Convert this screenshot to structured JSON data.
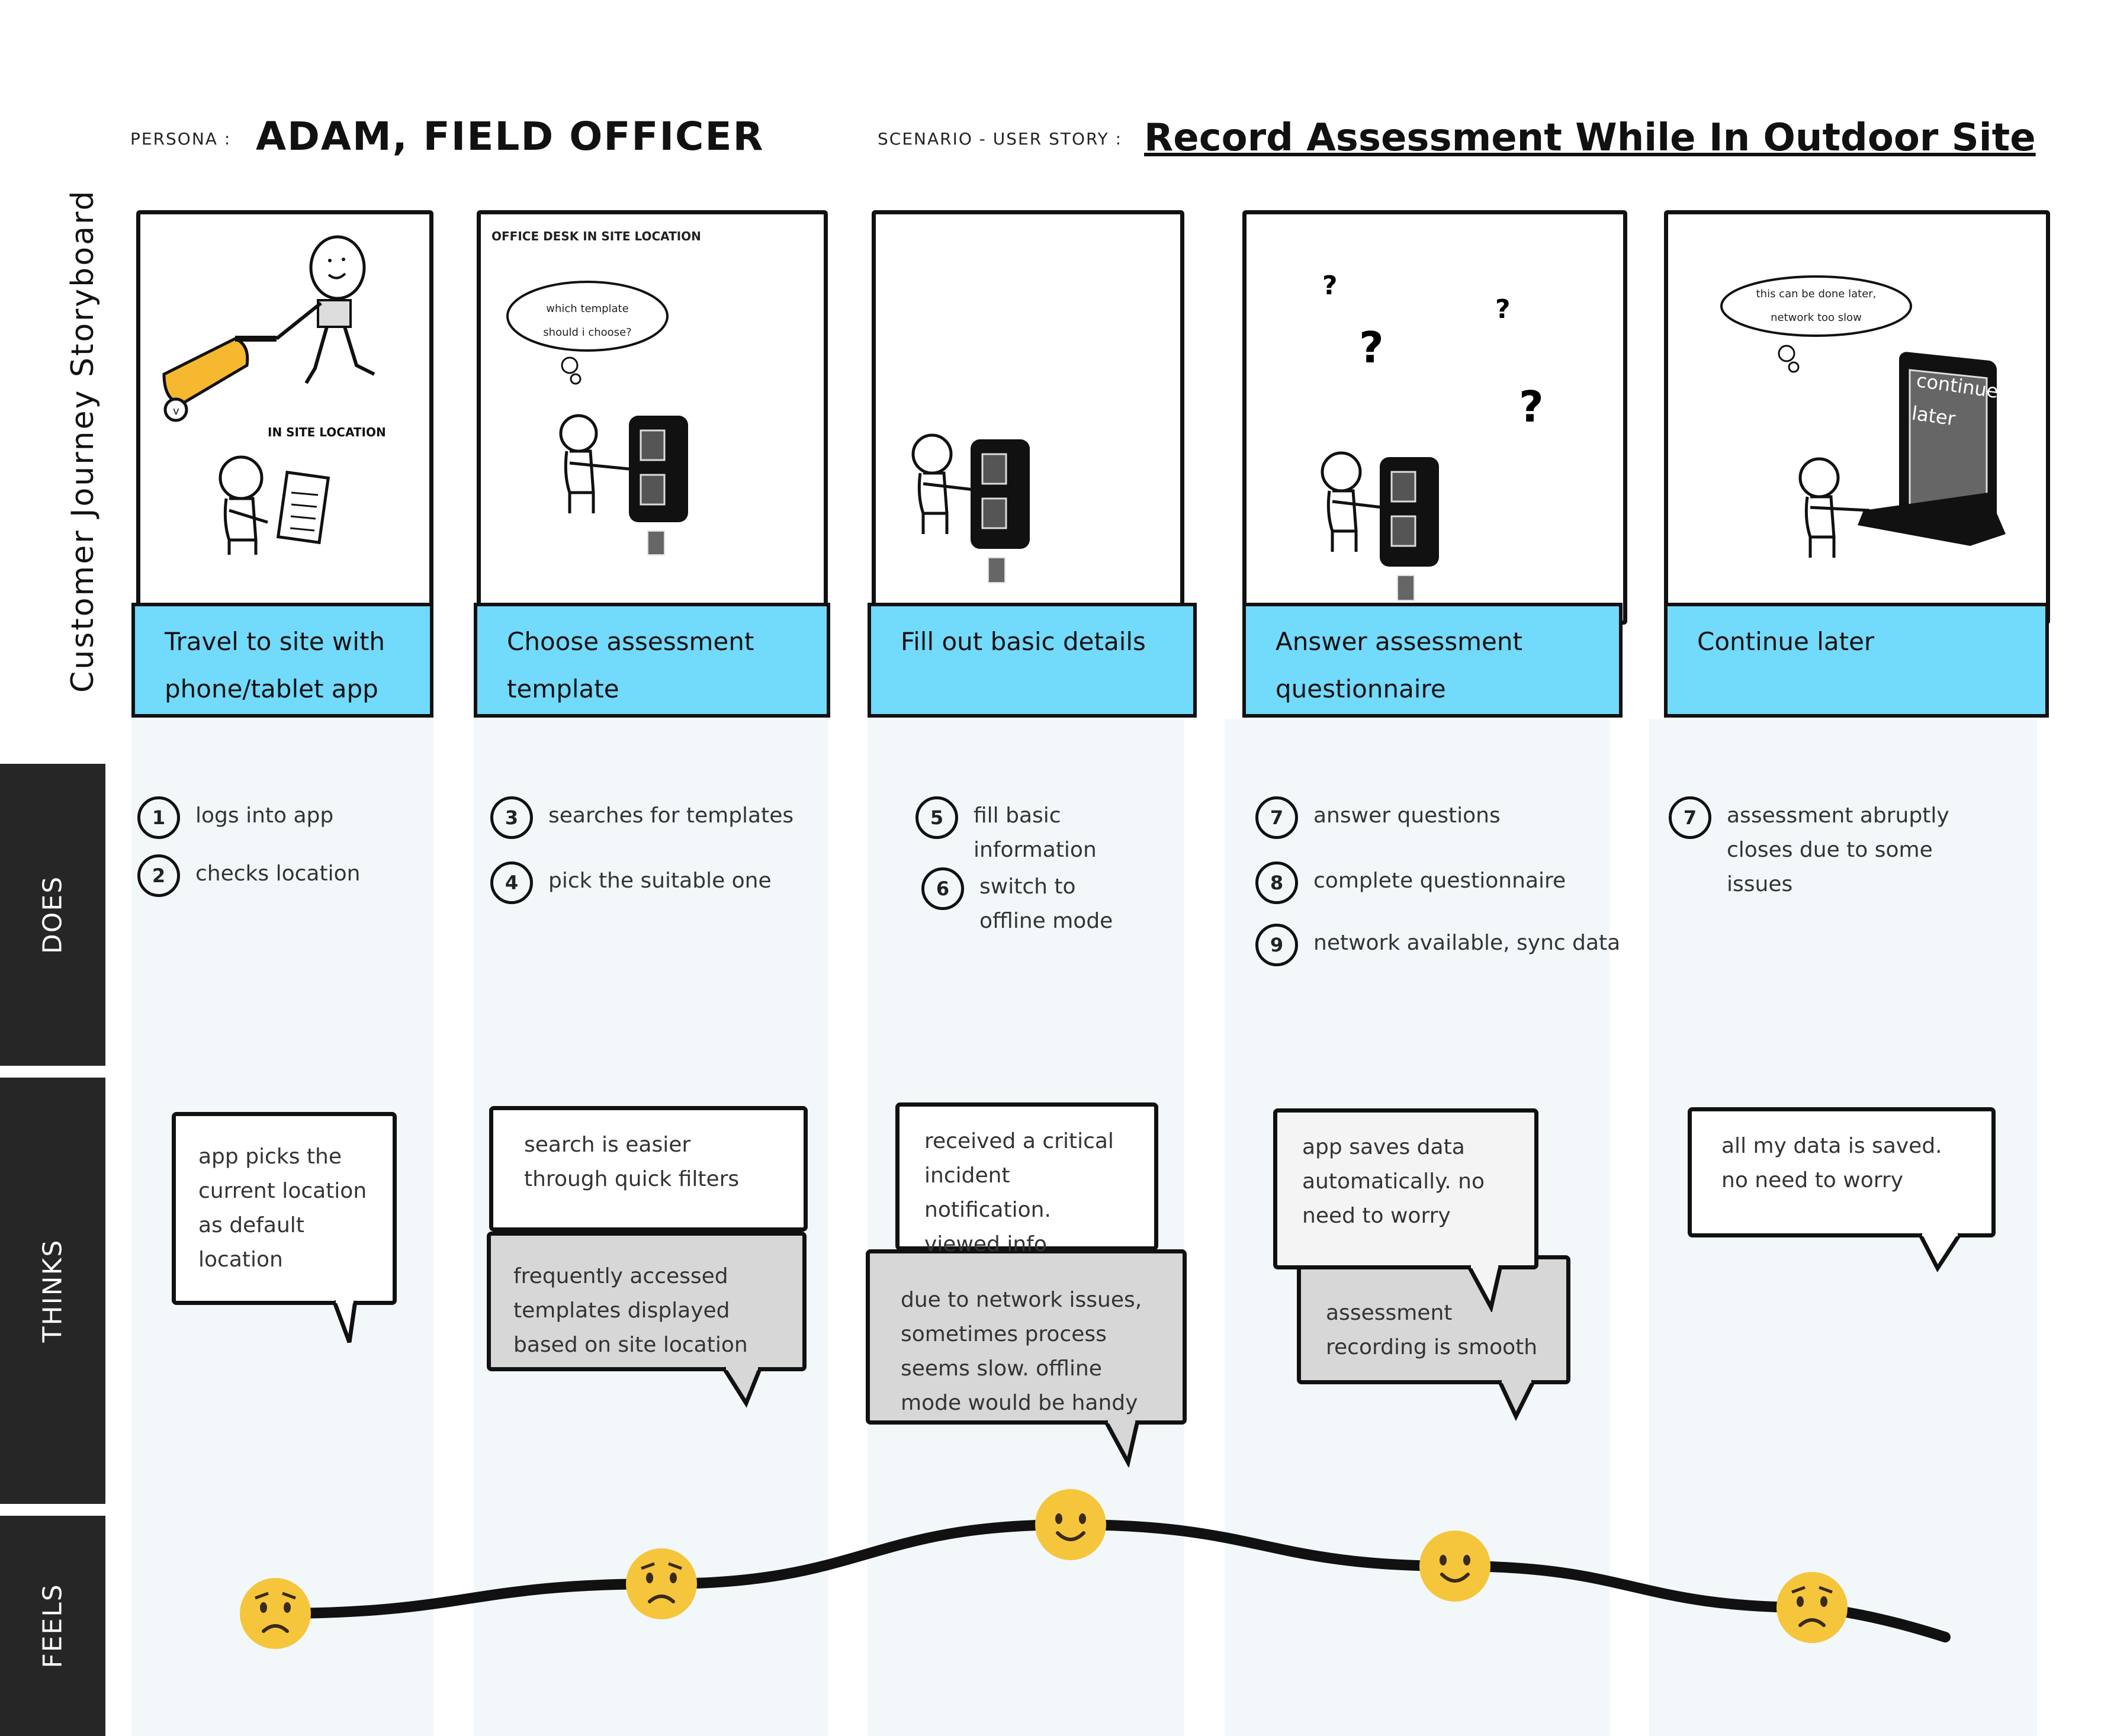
{
  "header": {
    "persona_label": "PERSONA :",
    "persona_name": "ADAM, FIELD OFFICER",
    "scenario_label": "SCENARIO - USER STORY :",
    "scenario_title": "Record Assessment While In Outdoor Site"
  },
  "side_title": "Customer Journey Storyboard",
  "row_labels": {
    "does": "DOES",
    "thinks": "THINKS",
    "feels": "FEELS"
  },
  "panels": [
    {
      "caption_lines": [
        "Travel to site with",
        "phone/tablet app"
      ],
      "scene_label": "IN SITE LOCATION"
    },
    {
      "caption_lines": [
        "Choose assessment",
        "template"
      ],
      "scene_label": "OFFICE DESK IN SITE LOCATION",
      "thought_lines": [
        "which template",
        "should i choose?"
      ]
    },
    {
      "caption_lines": [
        "Fill out basic details",
        ""
      ]
    },
    {
      "caption_lines": [
        "Answer assessment",
        "questionnaire"
      ]
    },
    {
      "caption_lines": [
        "Continue later",
        ""
      ],
      "thought_lines": [
        "this can be done later,",
        "network too slow"
      ],
      "screen_lines": [
        "continue",
        "later"
      ]
    }
  ],
  "does": [
    [
      {
        "num": "1",
        "text": "logs into app"
      },
      {
        "num": "2",
        "text": "checks location"
      }
    ],
    [
      {
        "num": "3",
        "text": "searches for templates"
      },
      {
        "num": "4",
        "text": "pick the suitable one"
      }
    ],
    [
      {
        "num": "5",
        "text": "fill basic information"
      },
      {
        "num": "6",
        "text": "switch to offline mode"
      }
    ],
    [
      {
        "num": "7",
        "text": "answer questions"
      },
      {
        "num": "8",
        "text": "complete questionnaire"
      },
      {
        "num": "9",
        "text": "network available, sync data"
      }
    ],
    [
      {
        "num": "7",
        "text": "assessment abruptly closes due to some issues"
      }
    ]
  ],
  "thinks": {
    "b1": "app picks the current location as default location",
    "b2a": "search is easier through quick filters",
    "b2b": "frequently accessed templates displayed based on site location",
    "b3a": "received a critical incident notification. viewed info",
    "b3b": "due to network issues, sometimes process seems slow. offline mode would be handy",
    "b4a": "app saves data automatically. no need to worry",
    "b4b": "assessment recording is smooth",
    "b5": "all my data is saved. no need to worry"
  },
  "feels": [
    {
      "mood": "worried",
      "level": 0.25
    },
    {
      "mood": "worried",
      "level": 0.5
    },
    {
      "mood": "happy",
      "level": 1.0
    },
    {
      "mood": "happy",
      "level": 0.65
    },
    {
      "mood": "worried",
      "level": 0.3
    }
  ],
  "colors": {
    "caption": "#72dafb",
    "column_bg": "#f2f7fa",
    "row_label_bg": "#262626",
    "emoji": "#f5c63c",
    "bubble_gray": "#d7d7d7"
  }
}
